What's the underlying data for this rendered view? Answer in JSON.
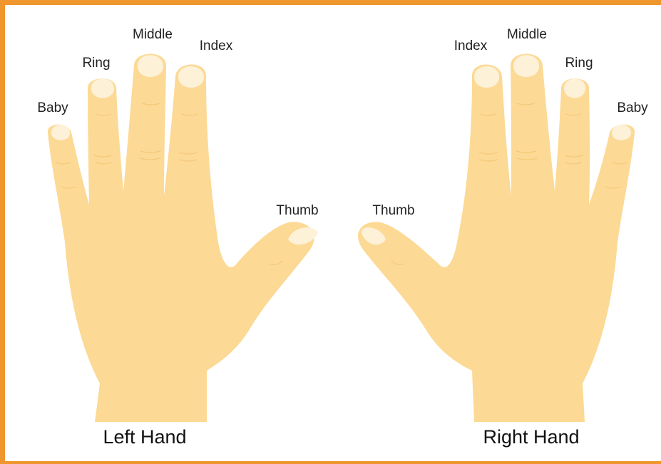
{
  "left_hand": {
    "title": "Left Hand",
    "fingers": {
      "baby": "Baby",
      "ring": "Ring",
      "middle": "Middle",
      "index": "Index",
      "thumb": "Thumb"
    }
  },
  "right_hand": {
    "title": "Right Hand",
    "fingers": {
      "baby": "Baby",
      "ring": "Ring",
      "middle": "Middle",
      "index": "Index",
      "thumb": "Thumb"
    }
  },
  "colors": {
    "frame": "#f0962e",
    "skin": "#fcd994",
    "nail": "#fdf1d8"
  }
}
